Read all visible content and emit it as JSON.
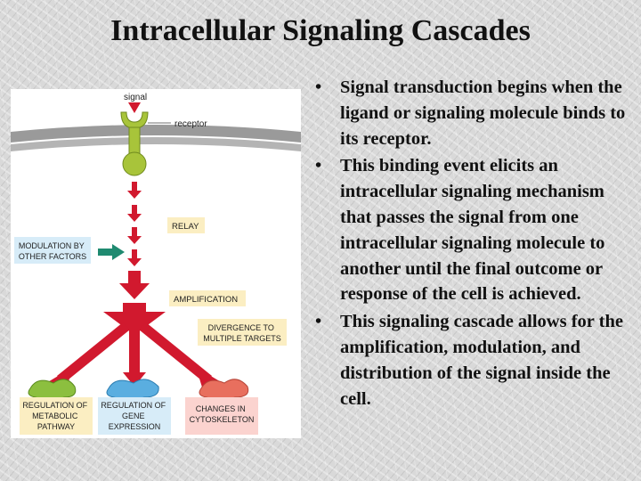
{
  "slide": {
    "title": "Intracellular Signaling Cascades"
  },
  "diagram": {
    "labels": {
      "signal": "signal",
      "receptor": "receptor",
      "relay": "RELAY",
      "modulation": [
        "MODULATION BY",
        "OTHER FACTORS"
      ],
      "amplification": "AMPLIFICATION",
      "divergence": [
        "DIVERGENCE TO",
        "MULTIPLE TARGETS"
      ],
      "target_metabolic": [
        "REGULATION OF",
        "METABOLIC",
        "PATHWAY"
      ],
      "target_gene": [
        "REGULATION OF",
        "GENE",
        "EXPRESSION"
      ],
      "target_cytoskeleton": [
        "CHANGES IN",
        "CYTOSKELETON"
      ]
    },
    "colors": {
      "arrow_red": "#d1192e",
      "receptor_green": "#a8c43a",
      "membrane_gray": "#9a9a9a",
      "modulation_arrow": "#1f8a70",
      "label_box_yellow": "#fbeec2",
      "target_box_blue": "#d7ecf8",
      "target_box_pink": "#fbd3cf",
      "protein_green": "#8cbf3f",
      "protein_blue": "#5aaee0",
      "protein_red": "#e86f5e"
    }
  },
  "bullets": [
    {
      "marker": "•",
      "text": "Signal transduction begins when the ligand or signaling molecule binds to its receptor."
    },
    {
      "marker": "•",
      "text": "This binding event elicits an intracellular signaling mechanism that passes the signal from one intracellular signaling molecule to another until the final outcome or response of the cell is achieved."
    },
    {
      "marker": "•",
      "text": "This signaling cascade allows for the amplification, modulation, and distribution of the signal inside the cell."
    }
  ]
}
